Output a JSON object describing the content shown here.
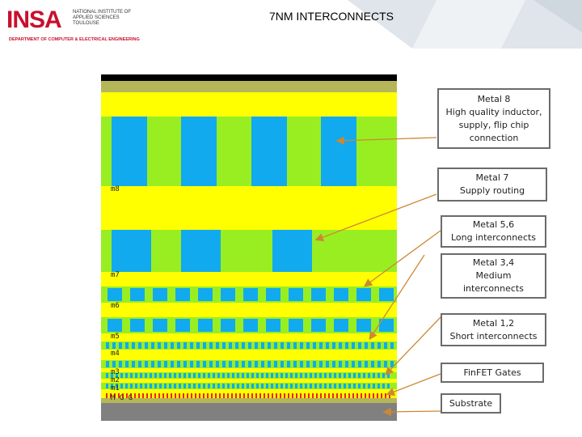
{
  "header": {
    "title": "7NM INTERCONNECTS",
    "logo": {
      "mark": "INSA",
      "institute": "NATIONAL INSTITUTE OF APPLIED SCIENCES TOULOUSE",
      "department": "DEPARTMENT OF COMPUTER & ELECTRICAL ENGINEERING"
    }
  },
  "colors": {
    "yellow": "#ffff00",
    "green": "#99ee22",
    "blue": "#11aaee",
    "top_olive": "#b5b55a",
    "top_black": "#000000",
    "substrate": "#808080",
    "gate_red": "#ee2222",
    "arrow": "#cc8833",
    "header_gray": "#e6ebef"
  },
  "layer_labels": [
    "m8",
    "m7",
    "m6",
    "m5",
    "m4",
    "m3",
    "m2",
    "m1",
    "M G G"
  ],
  "callouts": [
    {
      "text": "Metal 8\nHigh quality inductor,\nsupply, flip chip\nconnection"
    },
    {
      "text": "Metal 7\nSupply routing"
    },
    {
      "text": "Metal 5,6\nLong interconnects"
    },
    {
      "text": "Metal 3,4\nMedium\ninterconnects"
    },
    {
      "text": "Metal 1,2\nShort interconnects"
    },
    {
      "text": "FinFET Gates"
    },
    {
      "text": "Substrate"
    }
  ]
}
